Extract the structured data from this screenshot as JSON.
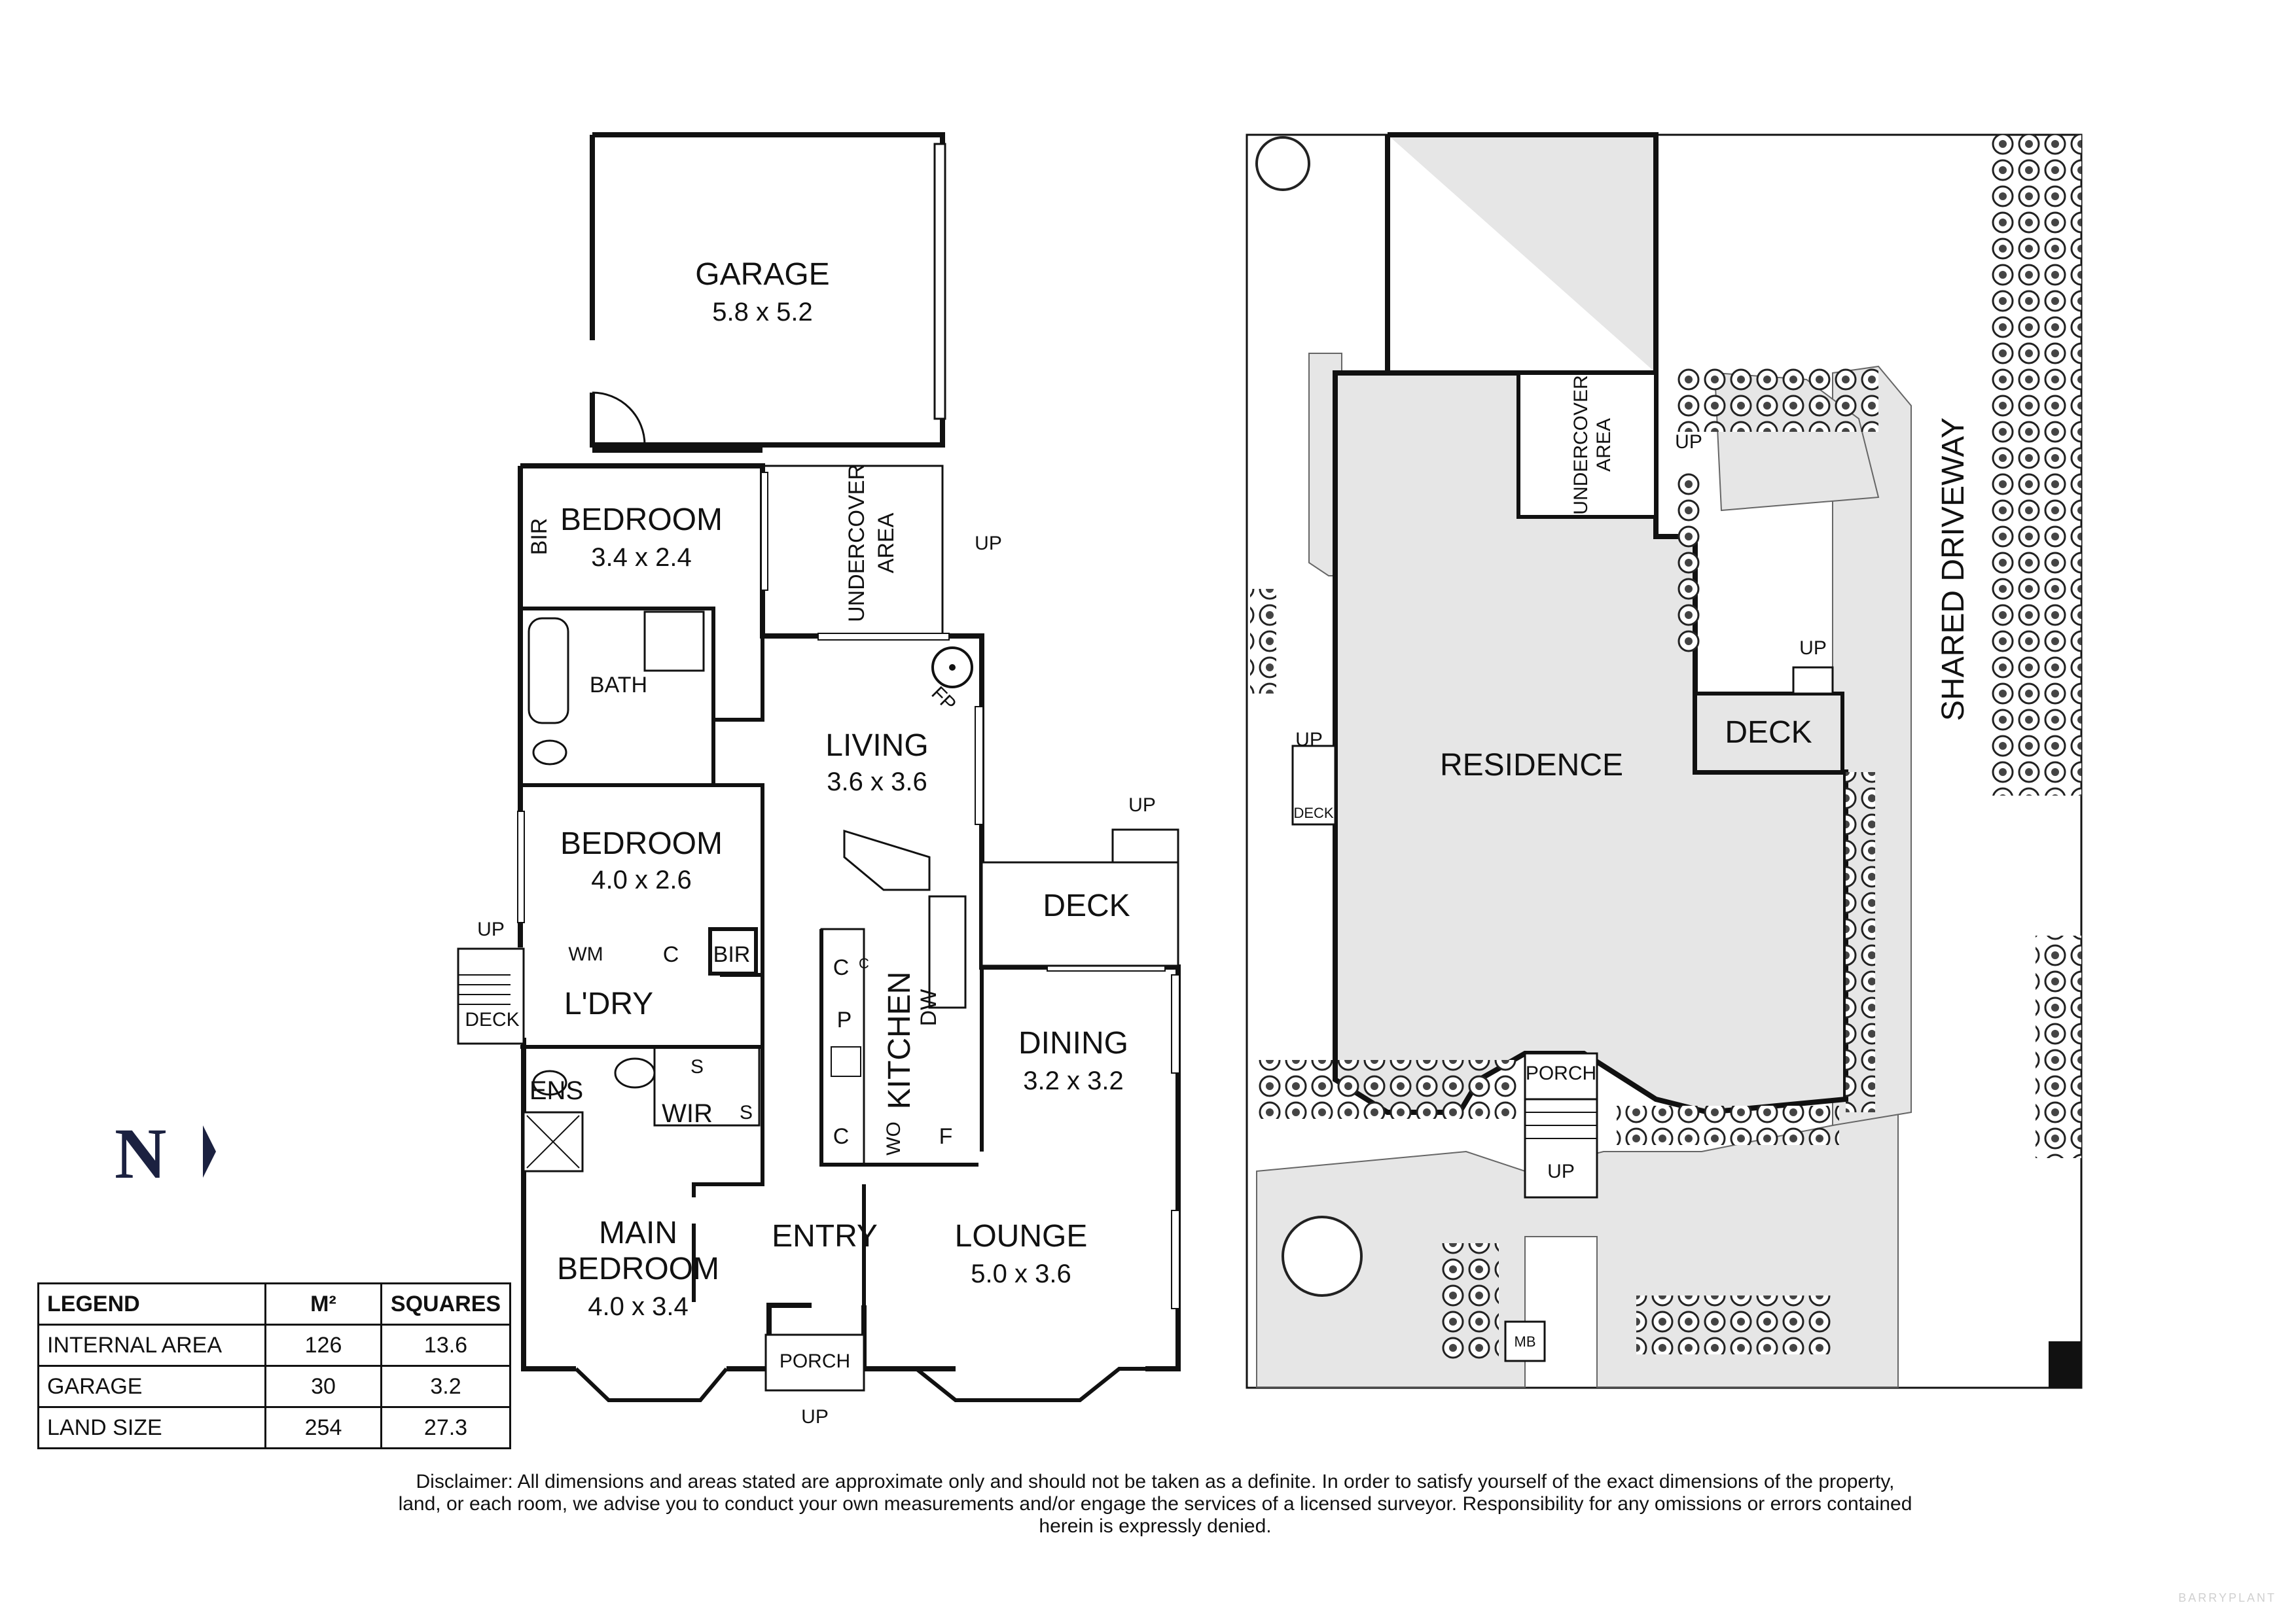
{
  "floorplan": {
    "rooms": {
      "garage": {
        "name": "GARAGE",
        "size": "5.8 x 5.2"
      },
      "bedroom1": {
        "name": "BEDROOM",
        "size": "3.4 x 2.4"
      },
      "bedroom2": {
        "name": "BEDROOM",
        "size": "4.0 x 2.6"
      },
      "living": {
        "name": "LIVING",
        "size": "3.6 x 3.6"
      },
      "dining": {
        "name": "DINING",
        "size": "3.2 x 3.2"
      },
      "lounge": {
        "name": "LOUNGE",
        "size": "5.0 x 3.6"
      },
      "main_bedroom": {
        "name": "MAIN",
        "name2": "BEDROOM",
        "size": "4.0 x 3.4"
      },
      "entry": {
        "name": "ENTRY"
      },
      "bath": {
        "name": "BATH"
      },
      "kitchen": {
        "name": "KITCHEN"
      },
      "laundry": {
        "name": "L'DRY"
      },
      "ensuite": {
        "name": "ENS"
      },
      "wir": {
        "name": "WIR"
      },
      "deck": {
        "name": "DECK"
      },
      "side_deck": {
        "name": "DECK"
      },
      "porch": {
        "name": "PORCH"
      },
      "undercover": {
        "name": "UNDERCOVER",
        "name2": "AREA"
      }
    },
    "fixtures": {
      "bir": "BIR",
      "bir2": "BIR",
      "wm": "WM",
      "c": "C",
      "p": "P",
      "dw": "DW",
      "wo": "WO",
      "f": "F",
      "s": "S",
      "fp": "FP",
      "c_small": "C"
    },
    "up": "UP"
  },
  "siteplan": {
    "residence": "RESIDENCE",
    "undercover": {
      "name": "UNDERCOVER",
      "name2": "AREA"
    },
    "deck": "DECK",
    "side_deck": "DECK",
    "porch": "PORCH",
    "shared_driveway": "SHARED DRIVEWAY",
    "mb": "MB",
    "up": "UP"
  },
  "north": "N",
  "legend": {
    "headers": [
      "LEGEND",
      "M²",
      "SQUARES"
    ],
    "rows": [
      {
        "label": "INTERNAL AREA",
        "m2": "126",
        "squares": "13.6"
      },
      {
        "label": "GARAGE",
        "m2": "30",
        "squares": "3.2"
      },
      {
        "label": "LAND SIZE",
        "m2": "254",
        "squares": "27.3"
      }
    ]
  },
  "disclaimer": "Disclaimer: All dimensions and areas stated are approximate only and should not be taken as a definite. In order to satisfy yourself of the exact dimensions of the property, land, or each room, we advise you to conduct your own measurements and/or engage the services of a licensed surveyor. Responsibility for any omissions or errors contained herein is expressly denied.",
  "watermark": "BARRYPLANT",
  "colors": {
    "wall": "#111111",
    "site_fill": "#e6e6e6",
    "north_mark": "#1b2140"
  }
}
